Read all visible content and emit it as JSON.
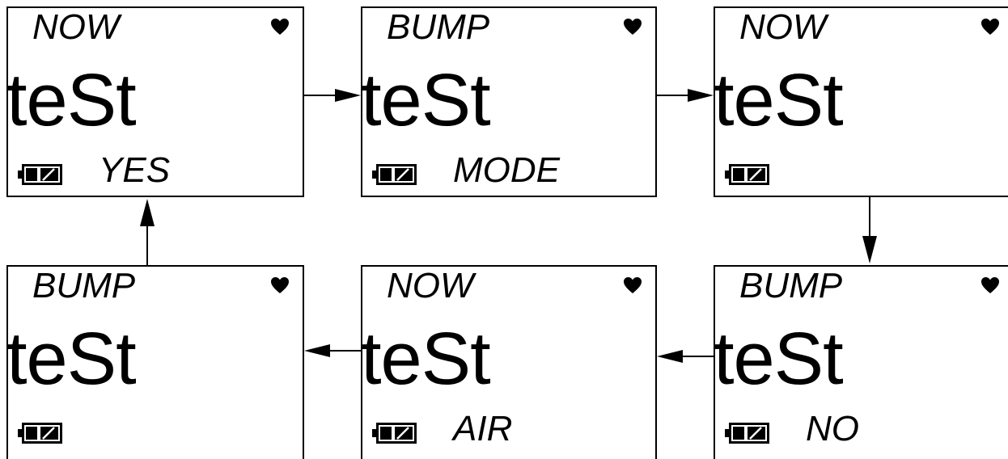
{
  "screens": [
    {
      "top": "NOW",
      "main": "teSt",
      "bottom": "YES"
    },
    {
      "top": "BUMP",
      "main": "teSt",
      "bottom": "MODE"
    },
    {
      "top": "NOW",
      "main": "teSt",
      "bottom": ""
    },
    {
      "top": "BUMP",
      "main": "teSt",
      "bottom": ""
    },
    {
      "top": "NOW",
      "main": "teSt",
      "bottom": "AIR"
    },
    {
      "top": "BUMP",
      "main": "teSt",
      "bottom": "NO"
    }
  ],
  "icons": {
    "status": "heart-icon",
    "power": "battery-icon"
  },
  "colors": {
    "ink": "#000000",
    "background": "#ffffff"
  }
}
